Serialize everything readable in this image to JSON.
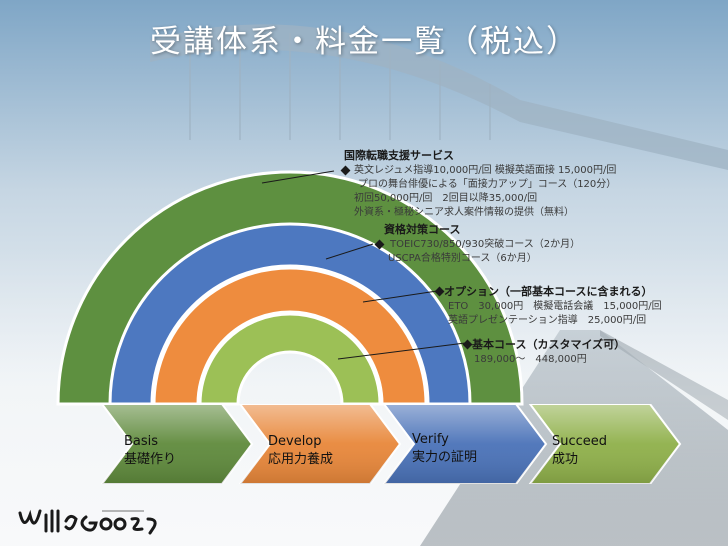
{
  "title": "受講体系・料金一覧（税込）",
  "tiers": [
    {
      "heading": "国際転職支援サービス",
      "lines": [
        "英文レジュメ指導10,000円/回 模擬英語面接 15,000円/回",
        "プロの舞台俳優による「面接力アップ」コース（120分）",
        "初回50,000円/回　2回目以降35,000/回",
        "外資系・極秘シニア求人案件情報の提供（無料）"
      ]
    },
    {
      "heading": "資格対策コース",
      "lines": [
        "TOEIC730/850/930突破コース（2か月）",
        "USCPA合格特別コース（6か月）"
      ]
    },
    {
      "heading": "オプション（一部基本コースに含まれる）",
      "lines": [
        "ETO　30,000円　模擬電話会議　15,000円/回",
        "英語プレゼンテーション指導　25,000円/回"
      ]
    },
    {
      "heading": "基本コース（カスタマイズ可）",
      "lines": [
        "189,000～　448,000円"
      ]
    }
  ],
  "steps": [
    {
      "en": "Basis",
      "ja": "基礎作り",
      "color": "#5f8a3c"
    },
    {
      "en": "Develop",
      "ja": "応用力養成",
      "color": "#e8873a"
    },
    {
      "en": "Verify",
      "ja": "実力の証明",
      "color": "#4a72b8"
    },
    {
      "en": "Succeed",
      "ja": "成功",
      "color": "#8fb04a"
    }
  ],
  "colors": {
    "arc_outer": "#5e9040",
    "arc_blue": "#4d78c0",
    "arc_orange": "#ee8c3e",
    "arc_inner": "#9cc056",
    "arc_gap": "#ffffff"
  }
}
